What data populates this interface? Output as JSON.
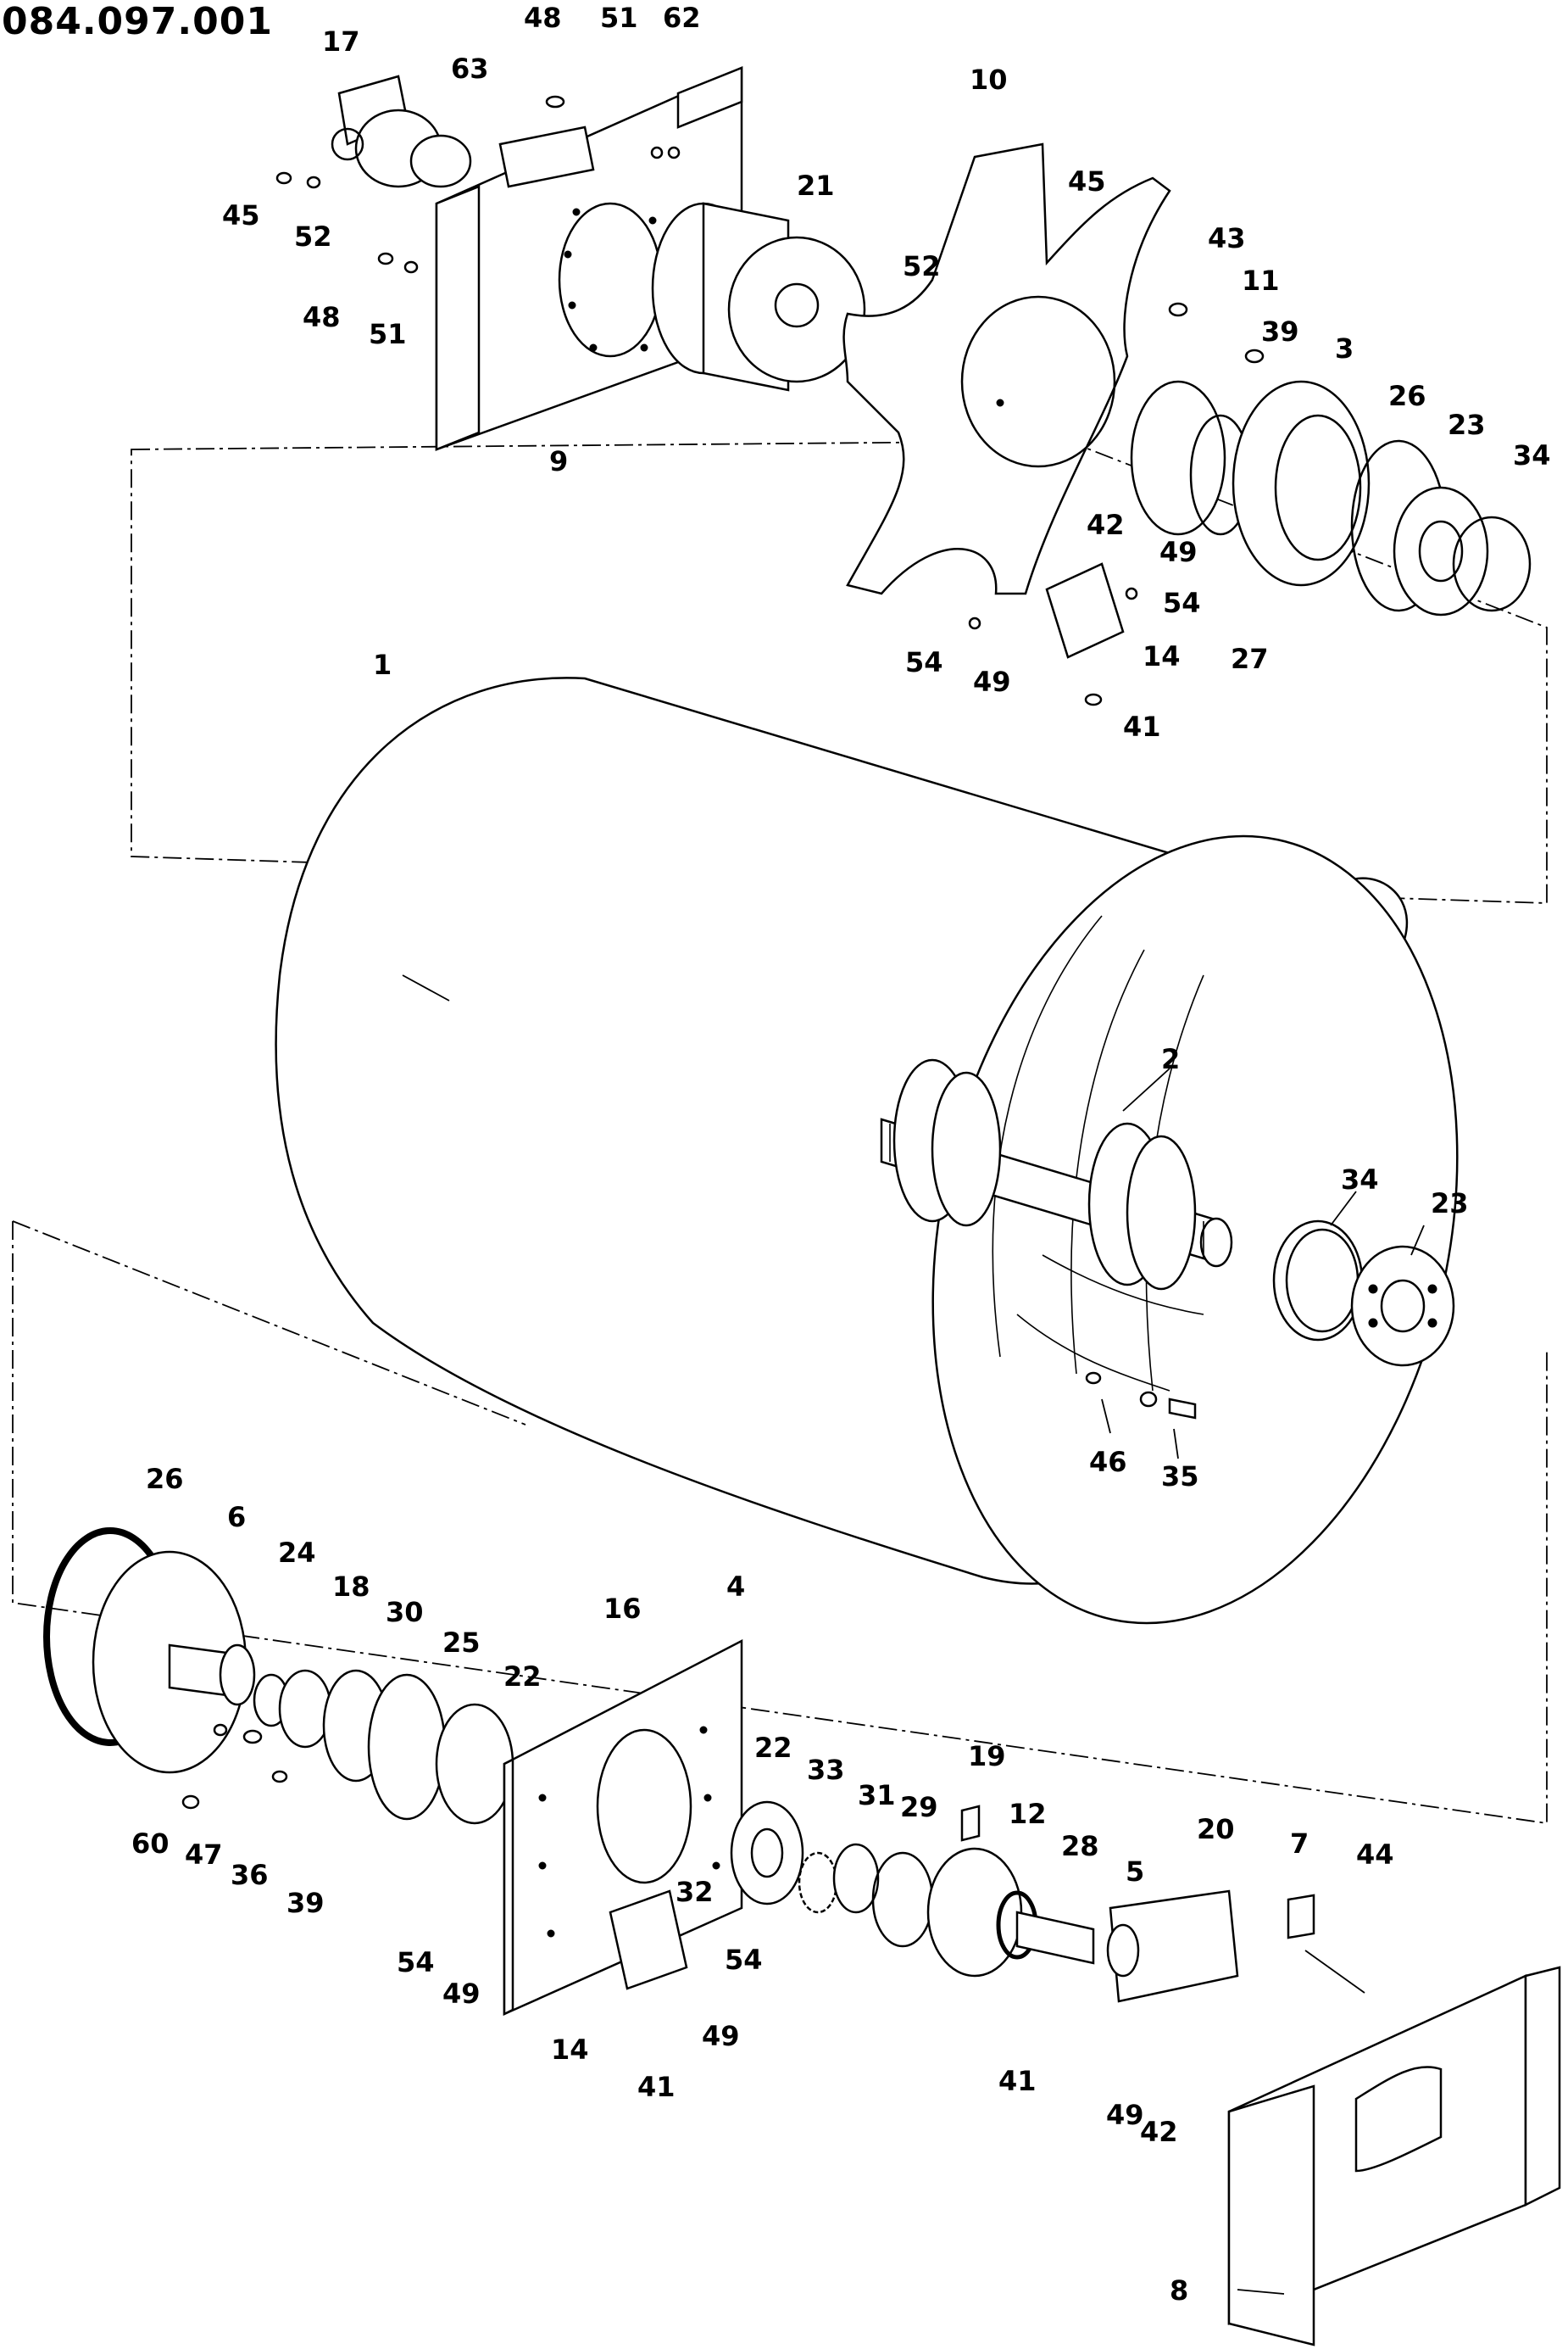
{
  "document": {
    "id": "084.097.001"
  },
  "callouts": [
    {
      "id": "17",
      "text": "17"
    },
    {
      "id": "48a",
      "text": "48"
    },
    {
      "id": "51a",
      "text": "51"
    },
    {
      "id": "62",
      "text": "62"
    },
    {
      "id": "63",
      "text": "63"
    },
    {
      "id": "10",
      "text": "10"
    },
    {
      "id": "45a",
      "text": "45"
    },
    {
      "id": "52a",
      "text": "52"
    },
    {
      "id": "21",
      "text": "21"
    },
    {
      "id": "45b",
      "text": "45"
    },
    {
      "id": "52b",
      "text": "52"
    },
    {
      "id": "48b",
      "text": "48"
    },
    {
      "id": "51b",
      "text": "51"
    },
    {
      "id": "9",
      "text": "9"
    },
    {
      "id": "43",
      "text": "43"
    },
    {
      "id": "11",
      "text": "11"
    },
    {
      "id": "39a",
      "text": "39"
    },
    {
      "id": "3",
      "text": "3"
    },
    {
      "id": "26a",
      "text": "26"
    },
    {
      "id": "23a",
      "text": "23"
    },
    {
      "id": "34a",
      "text": "34"
    },
    {
      "id": "42a",
      "text": "42"
    },
    {
      "id": "49a",
      "text": "49"
    },
    {
      "id": "54a",
      "text": "54"
    },
    {
      "id": "14a",
      "text": "14"
    },
    {
      "id": "27",
      "text": "27"
    },
    {
      "id": "54b",
      "text": "54"
    },
    {
      "id": "49b",
      "text": "49"
    },
    {
      "id": "41a",
      "text": "41"
    },
    {
      "id": "1",
      "text": "1"
    },
    {
      "id": "2",
      "text": "2"
    },
    {
      "id": "34b",
      "text": "34"
    },
    {
      "id": "23b",
      "text": "23"
    },
    {
      "id": "46",
      "text": "46"
    },
    {
      "id": "35",
      "text": "35"
    },
    {
      "id": "26b",
      "text": "26"
    },
    {
      "id": "6",
      "text": "6"
    },
    {
      "id": "24",
      "text": "24"
    },
    {
      "id": "18",
      "text": "18"
    },
    {
      "id": "30",
      "text": "30"
    },
    {
      "id": "25",
      "text": "25"
    },
    {
      "id": "22a",
      "text": "22"
    },
    {
      "id": "16",
      "text": "16"
    },
    {
      "id": "4",
      "text": "4"
    },
    {
      "id": "60",
      "text": "60"
    },
    {
      "id": "47",
      "text": "47"
    },
    {
      "id": "36",
      "text": "36"
    },
    {
      "id": "39b",
      "text": "39"
    },
    {
      "id": "22b",
      "text": "22"
    },
    {
      "id": "33",
      "text": "33"
    },
    {
      "id": "31",
      "text": "31"
    },
    {
      "id": "19",
      "text": "19"
    },
    {
      "id": "29",
      "text": "29"
    },
    {
      "id": "12",
      "text": "12"
    },
    {
      "id": "28",
      "text": "28"
    },
    {
      "id": "5",
      "text": "5"
    },
    {
      "id": "20",
      "text": "20"
    },
    {
      "id": "7",
      "text": "7"
    },
    {
      "id": "44",
      "text": "44"
    },
    {
      "id": "32",
      "text": "32"
    },
    {
      "id": "54c",
      "text": "54"
    },
    {
      "id": "49c",
      "text": "49"
    },
    {
      "id": "54d",
      "text": "54"
    },
    {
      "id": "14b",
      "text": "14"
    },
    {
      "id": "49d",
      "text": "49"
    },
    {
      "id": "41b",
      "text": "41"
    },
    {
      "id": "41c",
      "text": "41"
    },
    {
      "id": "49e",
      "text": "49"
    },
    {
      "id": "42b",
      "text": "42"
    },
    {
      "id": "8",
      "text": "8"
    }
  ]
}
